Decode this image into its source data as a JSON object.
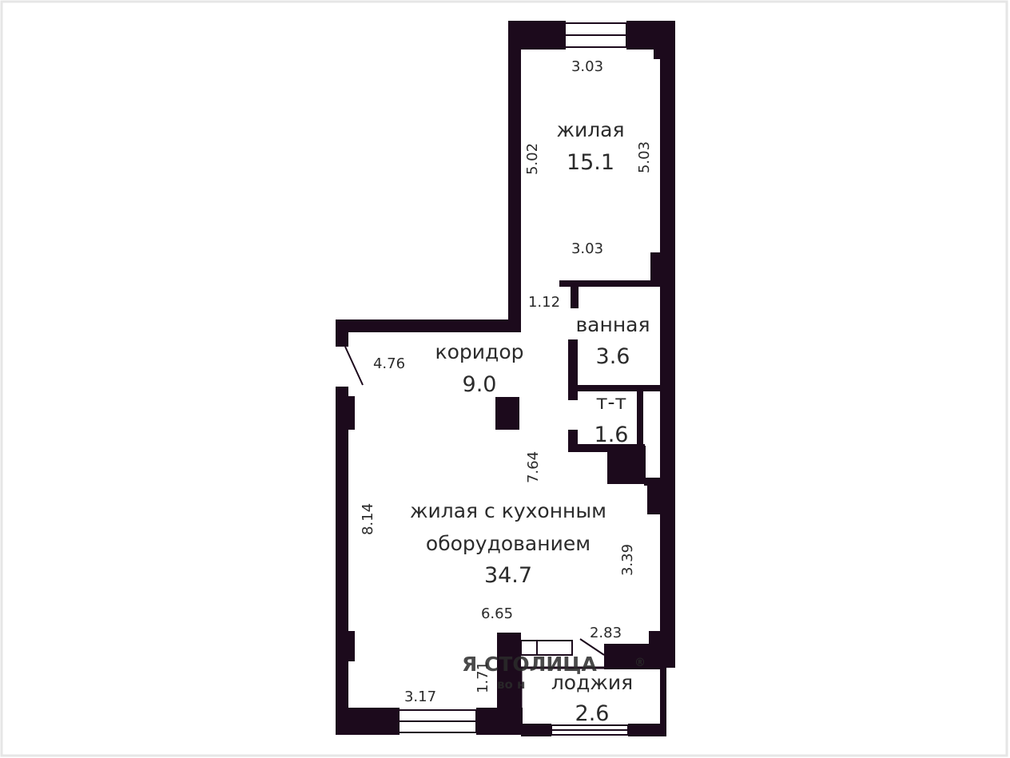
{
  "colors": {
    "wall": "#1c0a1c",
    "background": "#ffffff",
    "frame": "#e6e6e6"
  },
  "rooms": {
    "bedroom": {
      "name": "жилая",
      "area": "15.1"
    },
    "corridor": {
      "name": "коридор",
      "area": "9.0"
    },
    "bathroom": {
      "name": "ванная",
      "area": "3.6"
    },
    "toilet": {
      "name": "т-т",
      "area": "1.6"
    },
    "living_kitchen": {
      "name_line1": "жилая с кухонным",
      "name_line2": "оборудованием",
      "area": "34.7"
    },
    "loggia": {
      "name": "лоджия",
      "area": "2.6"
    }
  },
  "dimensions": {
    "bedroom_top": "3.03",
    "bedroom_bottom": "3.03",
    "bedroom_left": "5.02",
    "bedroom_right": "5.03",
    "corridor_gap": "1.12",
    "corridor_width": "4.76",
    "living_center": "7.64",
    "living_left": "8.14",
    "living_right": "3.39",
    "living_bottom": "6.65",
    "living_bottom_left": "3.17",
    "living_bottom_height": "1.71",
    "loggia_width": "2.83"
  },
  "watermark": {
    "main": "Я СТОЛИЦА",
    "registered": "®",
    "sub": "во н"
  }
}
